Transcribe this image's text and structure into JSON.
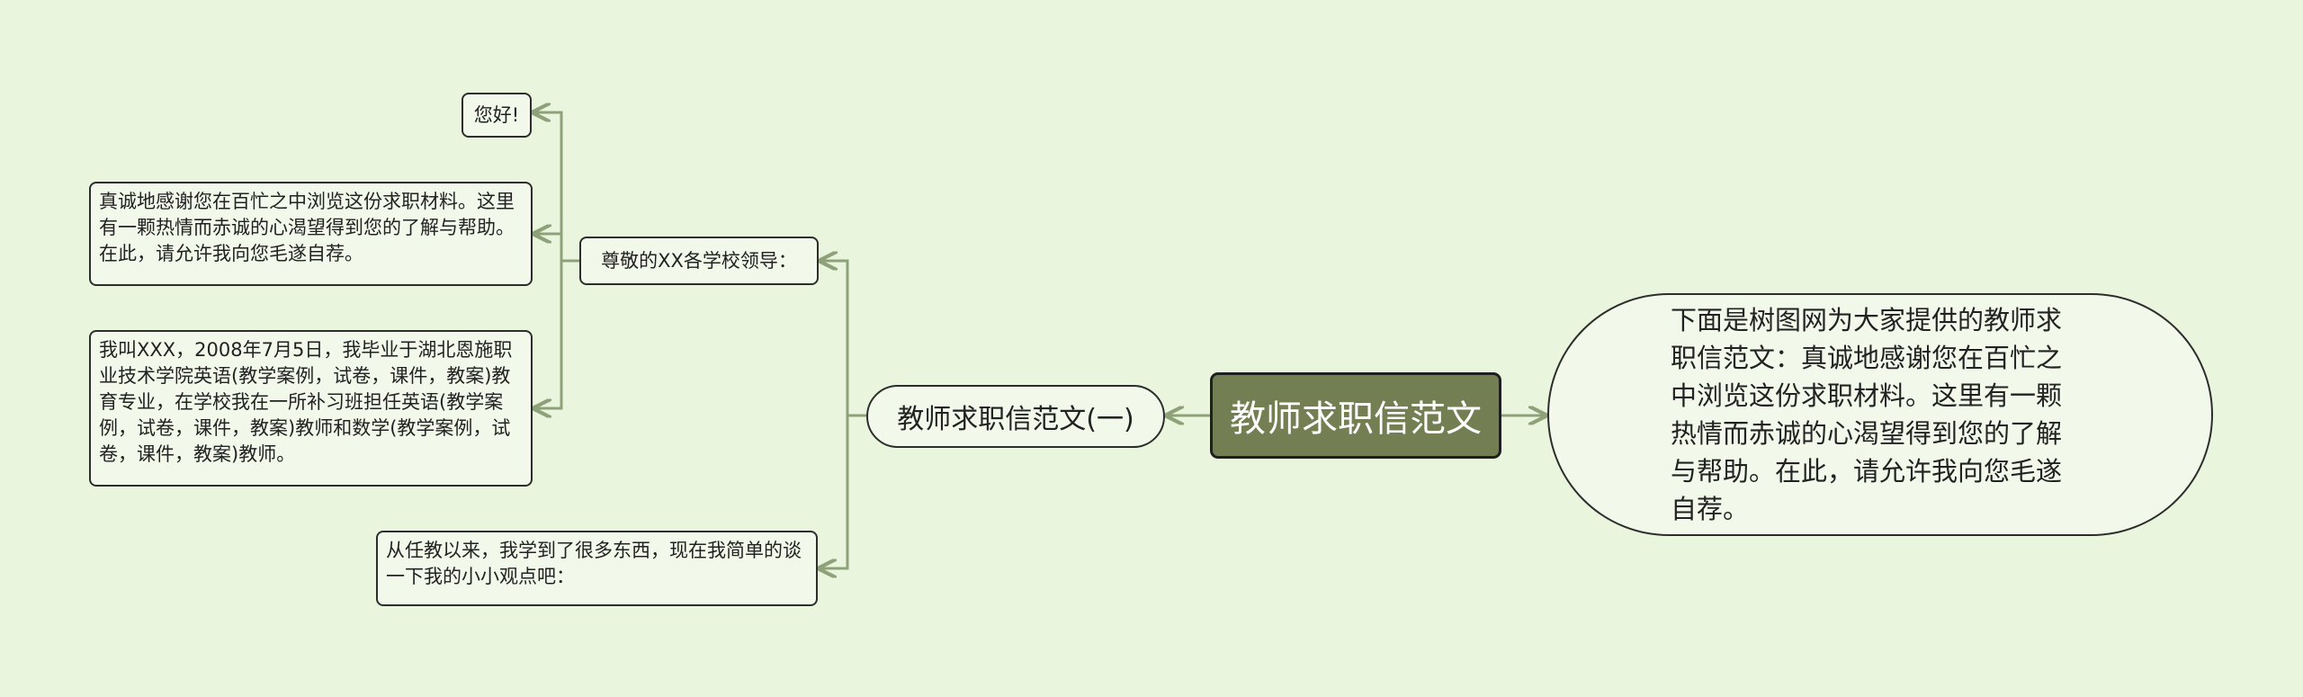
{
  "colors": {
    "background": "#e9f5dd",
    "root_fill": "#737f52",
    "connector": "#8ea27a",
    "node_border": "#2d2d2d"
  },
  "mindmap": {
    "root": {
      "text": "教师求职信范文"
    },
    "branch_right": {
      "text": "下面是树图网为大家提供的教师求职信范文：真诚地感谢您在百忙之中浏览这份求职材料。这里有一颗热情而赤诚的心渴望得到您的了解与帮助。在此，请允许我向您毛遂自荐。"
    },
    "branch_left": {
      "text": "教师求职信范文(一)"
    },
    "children": {
      "greeting_leader": {
        "text": "尊敬的XX各学校领导："
      },
      "lessons": {
        "text": "从任教以来，我学到了很多东西，现在我简单的谈一下我的小小观点吧："
      }
    },
    "grandchildren": {
      "hello": {
        "text": "您好!"
      },
      "thanks": {
        "text": "真诚地感谢您在百忙之中浏览这份求职材料。这里有一颗热情而赤诚的心渴望得到您的了解与帮助。在此，请允许我向您毛遂自荐。"
      },
      "intro": {
        "text": "我叫XXX，2008年7月5日，我毕业于湖北恩施职业技术学院英语(教学案例，试卷，课件，教案)教育专业，在学校我在一所补习班担任英语(教学案例，试卷，课件，教案)教师和数学(教学案例，试卷，课件，教案)教师。"
      }
    }
  }
}
